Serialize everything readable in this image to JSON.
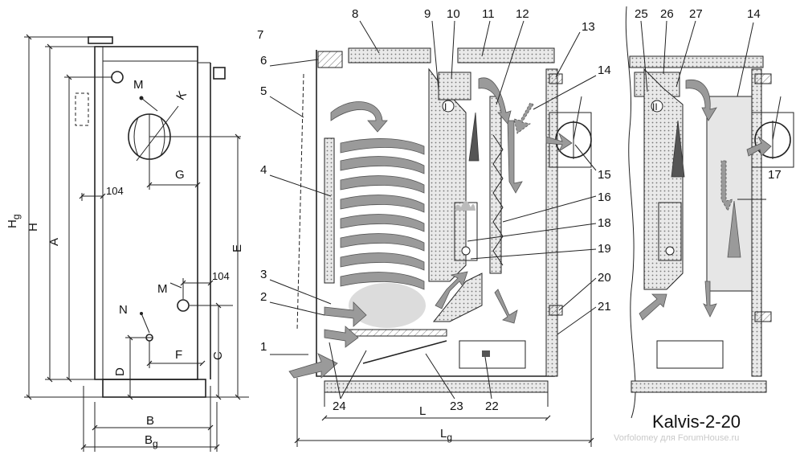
{
  "model": "Kalvis-2-20",
  "watermark": "Vorfolomey для ForumHouse.ru",
  "callouts": [
    "1",
    "2",
    "3",
    "4",
    "5",
    "6",
    "7",
    "8",
    "9",
    "10",
    "11",
    "12",
    "13",
    "14",
    "15",
    "16",
    "17",
    "18",
    "19",
    "20",
    "21",
    "22",
    "23",
    "24",
    "25",
    "26",
    "27"
  ],
  "chamber_marks": [
    "I",
    "II"
  ],
  "dimensions": {
    "Hg": "H",
    "Hg_sub": "g",
    "H": "H",
    "A": "A",
    "E": "E",
    "C": "C",
    "D": "D",
    "F": "F",
    "G": "G",
    "K": "K",
    "M_top": "M",
    "M_side": "M",
    "N": "N",
    "offset_top": "104",
    "offset_side": "104",
    "B": "B",
    "Bg": "B",
    "Bg_sub": "g",
    "L": "L",
    "Lg": "L",
    "Lg_sub": "g"
  }
}
